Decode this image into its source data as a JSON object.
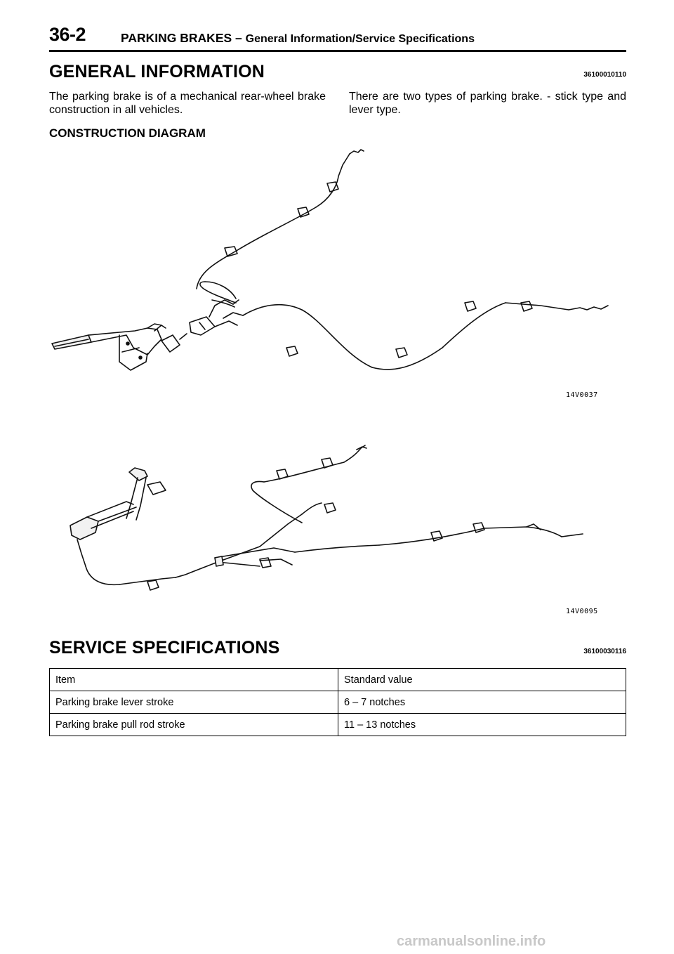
{
  "header": {
    "page_number": "36-2",
    "title_main": "PARKING BRAKES",
    "title_dash": " – ",
    "title_sub": "General Information/Service Specifications"
  },
  "general_information": {
    "title": "GENERAL INFORMATION",
    "code": "36100010110",
    "paragraph_left": "The parking brake is of a mechanical rear-wheel brake construction in all vehicles.",
    "paragraph_right": "There are two types of parking brake. - stick type and lever type."
  },
  "construction_diagram": {
    "title": "CONSTRUCTION DIAGRAM",
    "figure1_code": "14V0037",
    "figure2_code": "14V0095"
  },
  "service_specifications": {
    "title": "SERVICE SPECIFICATIONS",
    "code": "36100030116",
    "table": {
      "headers": [
        "Item",
        "Standard value"
      ],
      "rows": [
        [
          "Parking brake lever stroke",
          "6 – 7 notches"
        ],
        [
          "Parking brake pull rod stroke",
          "11 – 13 notches"
        ]
      ]
    }
  },
  "watermark": "carmanualsonline.info"
}
